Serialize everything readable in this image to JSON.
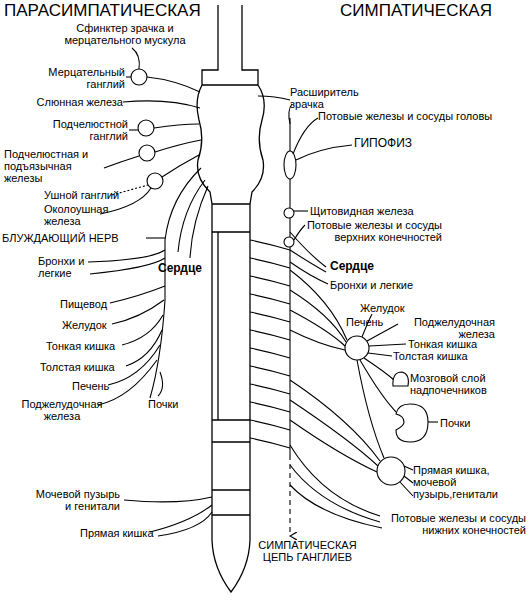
{
  "diagram": {
    "labels": [
      "ПАРАСИМПАТИЧЕСКАЯ",
      "Сфинктер зрачка и мерцательного мускула",
      "Мерцательный ганглий",
      "Слюнная железа",
      "Подчелюстной ганглий",
      "Подчелюстная и подъязычная железы",
      "Ушной ганглий",
      "Околоушная железа",
      "БЛУЖДАЮЩИЙ НЕРВ",
      "Бронхи и легкие",
      "Сердце",
      "Пищевод",
      "Желудок",
      "Тонкая кишка",
      "Толстая кишка",
      "Печень",
      "Почки",
      "Поджелудочная железа",
      "Мочевой пузырь и генитали",
      "Прямая кишка",
      "СИМПАТИЧЕСКАЯ",
      "Расширитель зрачка",
      "Потовые железы и сосуды головы",
      "ГИПОФИЗ",
      "Щитовидная железа",
      "Потовые железы и сосуды верхних конечностей",
      "Сердце",
      "Бронхи и легкие",
      "Желудок",
      "Печень",
      "Поджелудочная железа",
      "Тонкая кишка",
      "Толстая кишка",
      "Мозговой слой надпочечников",
      "Почки",
      "Прямая кишка, мочевой пузырь,генитали",
      "Потовые железы и сосуды нижних конечностей",
      "СИМПАТИЧЕСКАЯ ЦЕПЬ ГАНГЛИЕВ"
    ]
  }
}
